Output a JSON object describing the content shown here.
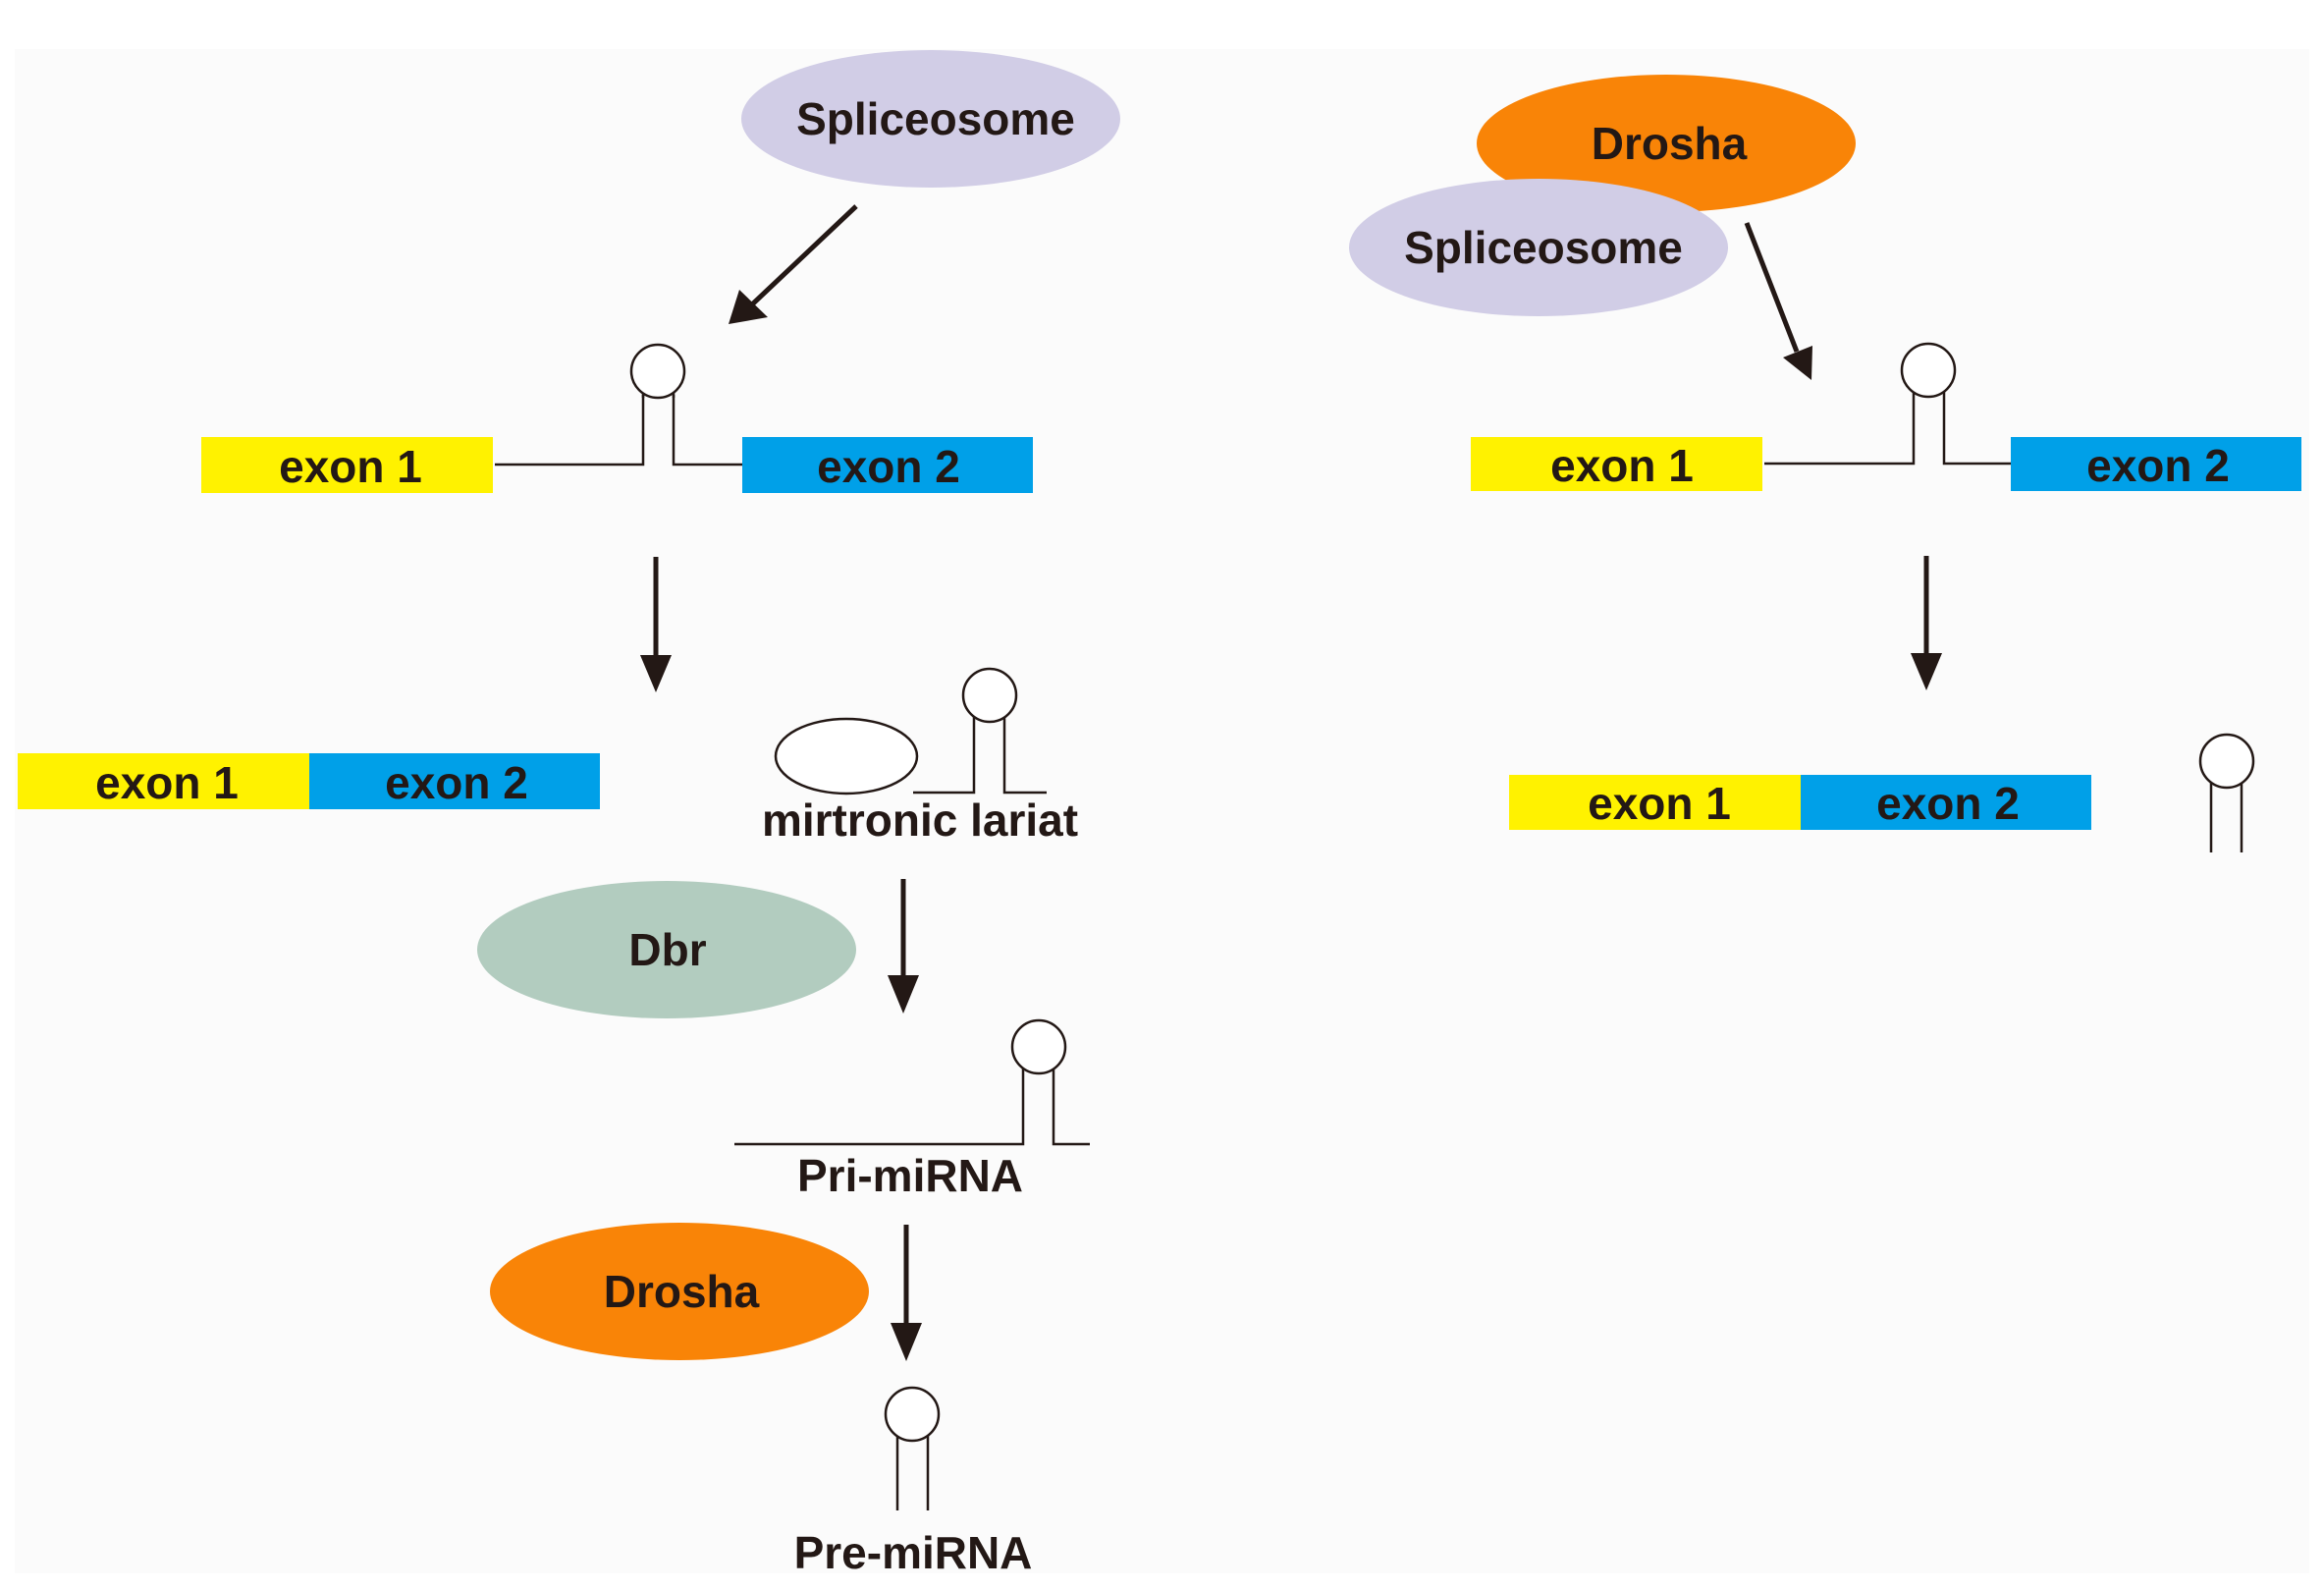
{
  "colors": {
    "spliceosome": "#d1cde6",
    "drosha": "#f98407",
    "dbr": "#b2ccbf",
    "exon1": "#fff200",
    "exon2": "#00a0e8",
    "ink": "#231815"
  },
  "left_pathway": {
    "spliceosome_label": "Spliceosome",
    "exon1_label": "exon 1",
    "exon2_label": "exon 2",
    "spliced_exon1_label": "exon 1",
    "spliced_exon2_label": "exon 2",
    "lariat_label": "mirtronic lariat",
    "dbr_label": "Dbr",
    "pri_mirna_label": "Pri-miRNA",
    "drosha_label": "Drosha",
    "pre_mirna_label": "Pre-miRNA"
  },
  "right_pathway": {
    "drosha_label": "Drosha",
    "spliceosome_label": "Spliceosome",
    "exon1_label": "exon 1",
    "exon2_label": "exon 2",
    "spliced_exon1_label": "exon 1",
    "spliced_exon2_label": "exon 2"
  }
}
